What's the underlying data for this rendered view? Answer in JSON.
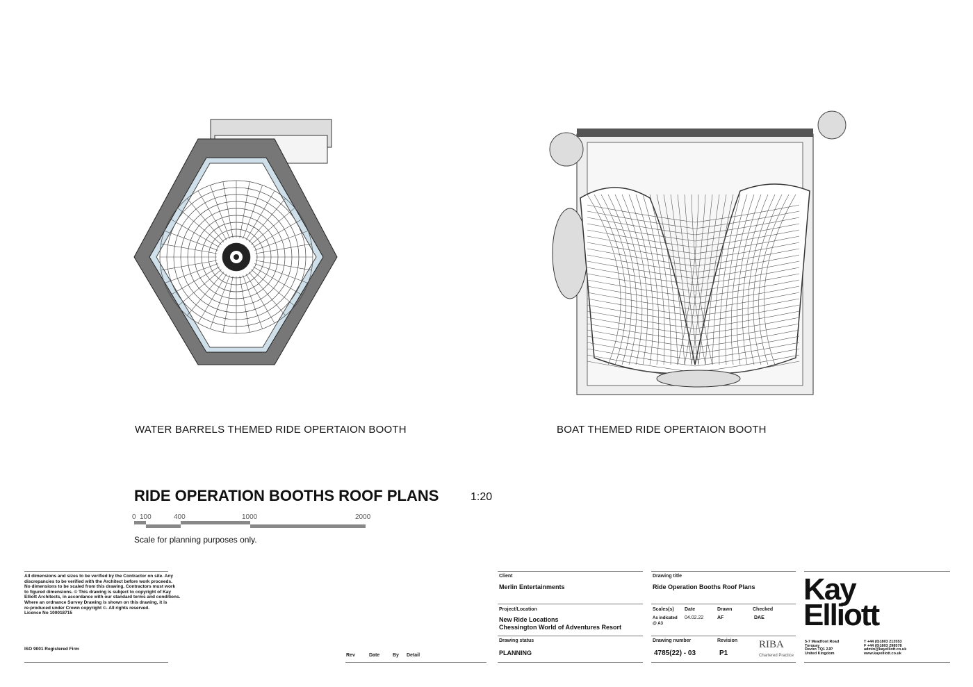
{
  "drawings": {
    "left_caption": "WATER BARRELS THEMED RIDE OPERTAION BOOTH",
    "right_caption": "BOAT THEMED RIDE OPERTAION BOOTH"
  },
  "sheet": {
    "title": "RIDE OPERATION BOOTHS ROOF PLANS",
    "scale": "1:20",
    "scale_bar_labels": [
      "0",
      "100",
      "400",
      "1000",
      "2000"
    ],
    "scale_note": "Scale for planning purposes only."
  },
  "notes": {
    "disclaimer": [
      "All dimensions and sizes to be verified by the Contractor on site. Any",
      "discrepancies to be verified with the Architect before work proceeds.",
      "No dimensions to be scaled from this drawing. Contractors must work",
      "to figured dimensions. © This drawing is subject to copyright of Kay",
      "Elliott Architects, in accordance with our standard terms and conditions.",
      "Where an ordnance Survey Drawing is shown on this drawing, it is",
      "re-produced under Crown copyright ©. All rights reserved.",
      "Licence No 100018715"
    ],
    "iso": "ISO 9001 Registered Firm"
  },
  "revisions": {
    "headers": [
      "Rev",
      "Date",
      "By",
      "Detail"
    ]
  },
  "title_block": {
    "client_label": "Client",
    "client": "Merlin Entertainments",
    "project_label": "Project/Location",
    "project_1": "New Ride Locations",
    "project_2": "Chessington World of Adventures Resort",
    "status_label": "Drawing status",
    "status": "PLANNING",
    "title_label": "Drawing title",
    "title": "Ride Operation Booths Roof Plans",
    "scales_label": "Scales(s)",
    "scales_1": "As indicated",
    "scales_2": "@ A3",
    "date_label": "Date",
    "date": "04.02.22",
    "drawn_label": "Drawn",
    "drawn": "AF",
    "checked_label": "Checked",
    "checked": "DAE",
    "number_label": "Drawing number",
    "number": "4785(22) - 03",
    "revision_label": "Revision",
    "revision": "P1",
    "riba": "RIBA",
    "riba_sub": "Chartered Practice"
  },
  "firm": {
    "logo_line1": "Kay",
    "logo_line2": "Elliott",
    "address": [
      "5-7 Meadfoot Road",
      "Torquay",
      "Devon TQ1 2JP",
      "United Kingdom"
    ],
    "contact": [
      "T +44 (0)1803 213553",
      "F +44 (0)1803 298578",
      "admin@kayelliott.co.uk",
      "www.kayelliott.co.uk"
    ]
  }
}
